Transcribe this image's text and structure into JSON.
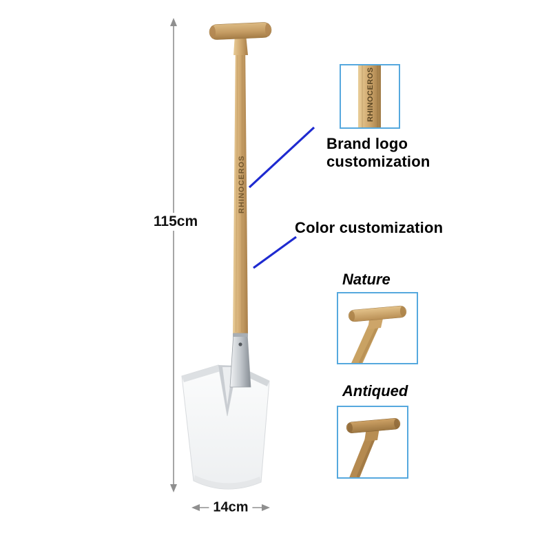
{
  "product": {
    "brand": "RHINOCEROS",
    "dimensions": {
      "height_label": "115cm",
      "width_label": "14cm"
    }
  },
  "callouts": {
    "brand_logo": "Brand logo customization",
    "color": "Color customization"
  },
  "options": [
    {
      "label": "Nature"
    },
    {
      "label": "Antiqued"
    }
  ],
  "colors": {
    "background": "#ffffff",
    "callout_line": "#1e2ad0",
    "inset_border": "#55a8de",
    "dimension_arrow": "#8f8f8f",
    "wood_light": "#e9cd98",
    "wood_dark": "#9f7a45",
    "blade_metal": "#eff1f2"
  }
}
